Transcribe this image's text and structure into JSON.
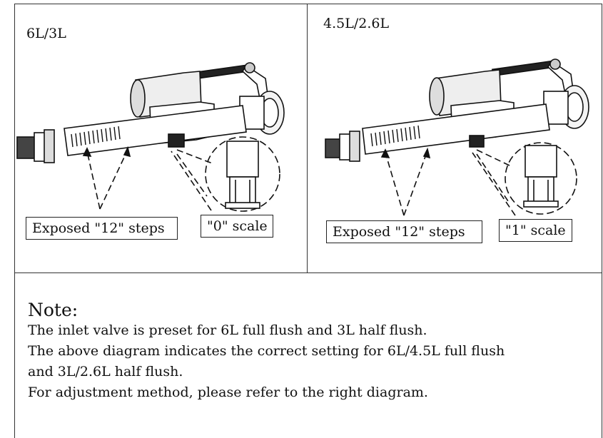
{
  "panels": [
    {
      "title": "6L/3L",
      "callouts": [
        "Exposed \"12\" steps",
        "\"0\" scale"
      ]
    },
    {
      "title": "4.5L/2.6L",
      "callouts": [
        "Exposed \"12\" steps",
        "\"1\" scale"
      ]
    }
  ],
  "note": {
    "title": "Note:",
    "lines": [
      "The inlet valve is preset for 6L full flush and 3L half flush.",
      "The above diagram indicates the correct setting for 6L/4.5L full flush",
      "and 3L/2.6L half flush.",
      "For adjustment method, please refer to the right diagram."
    ]
  }
}
